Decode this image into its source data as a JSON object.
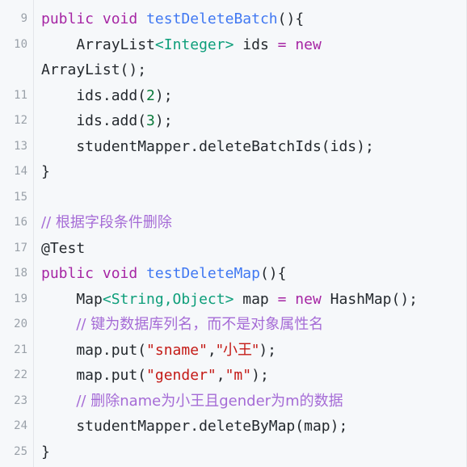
{
  "lines": [
    {
      "num": "9",
      "tokens": [
        [
          "kw",
          "public"
        ],
        [
          "plain",
          " "
        ],
        [
          "kw",
          "void"
        ],
        [
          "plain",
          " "
        ],
        [
          "fn",
          "testDeleteBatch"
        ],
        [
          "plain",
          "(){"
        ]
      ]
    },
    {
      "num": "10",
      "tokens": [
        [
          "plain",
          "    ArrayList"
        ],
        [
          "ty",
          "<Integer>"
        ],
        [
          "plain",
          " ids "
        ],
        [
          "kw",
          "="
        ],
        [
          "plain",
          " "
        ],
        [
          "kw",
          "new"
        ]
      ]
    },
    {
      "num": "",
      "tokens": [
        [
          "plain",
          "ArrayList();"
        ]
      ]
    },
    {
      "num": "11",
      "tokens": [
        [
          "plain",
          "    ids.add("
        ],
        [
          "num",
          "2"
        ],
        [
          "plain",
          ");"
        ]
      ]
    },
    {
      "num": "12",
      "tokens": [
        [
          "plain",
          "    ids.add("
        ],
        [
          "num",
          "3"
        ],
        [
          "plain",
          ");"
        ]
      ]
    },
    {
      "num": "13",
      "tokens": [
        [
          "plain",
          "    studentMapper.deleteBatchIds(ids);"
        ]
      ]
    },
    {
      "num": "14",
      "tokens": [
        [
          "plain",
          "}"
        ]
      ]
    },
    {
      "num": "15",
      "tokens": []
    },
    {
      "num": "16",
      "tokens": [
        [
          "cm",
          "// 根据字段条件删除"
        ]
      ]
    },
    {
      "num": "17",
      "tokens": [
        [
          "plain",
          "@Test"
        ]
      ]
    },
    {
      "num": "18",
      "tokens": [
        [
          "kw",
          "public"
        ],
        [
          "plain",
          " "
        ],
        [
          "kw",
          "void"
        ],
        [
          "plain",
          " "
        ],
        [
          "fn",
          "testDeleteMap"
        ],
        [
          "plain",
          "(){"
        ]
      ]
    },
    {
      "num": "19",
      "tokens": [
        [
          "plain",
          "    Map"
        ],
        [
          "ty",
          "<String,Object>"
        ],
        [
          "plain",
          " map "
        ],
        [
          "kw",
          "="
        ],
        [
          "plain",
          " "
        ],
        [
          "kw",
          "new"
        ],
        [
          "plain",
          " HashMap();"
        ]
      ]
    },
    {
      "num": "20",
      "tokens": [
        [
          "plain",
          "    "
        ],
        [
          "cm",
          "// 键为数据库列名，而不是对象属性名"
        ]
      ]
    },
    {
      "num": "21",
      "tokens": [
        [
          "plain",
          "    map.put("
        ],
        [
          "str",
          "\"sname\""
        ],
        [
          "plain",
          ","
        ],
        [
          "str",
          "\"小王\""
        ],
        [
          "plain",
          ");"
        ]
      ]
    },
    {
      "num": "22",
      "tokens": [
        [
          "plain",
          "    map.put("
        ],
        [
          "str",
          "\"gender\""
        ],
        [
          "plain",
          ","
        ],
        [
          "str",
          "\"m\""
        ],
        [
          "plain",
          ");"
        ]
      ]
    },
    {
      "num": "23",
      "tokens": [
        [
          "plain",
          "    "
        ],
        [
          "cm",
          "// 删除name为小王且gender为m的数据"
        ]
      ]
    },
    {
      "num": "24",
      "tokens": [
        [
          "plain",
          "    studentMapper.deleteByMap(map);"
        ]
      ]
    },
    {
      "num": "25",
      "tokens": [
        [
          "plain",
          "}"
        ]
      ]
    }
  ],
  "colors": {
    "keyword": "#a626a4",
    "function": "#4078f2",
    "type": "#0d9e7a",
    "number": "#0a7a3b",
    "string": "#c41a16",
    "comment": "#a56bd6",
    "line_number": "#9aa1a9",
    "background": "#f6f8fa"
  }
}
